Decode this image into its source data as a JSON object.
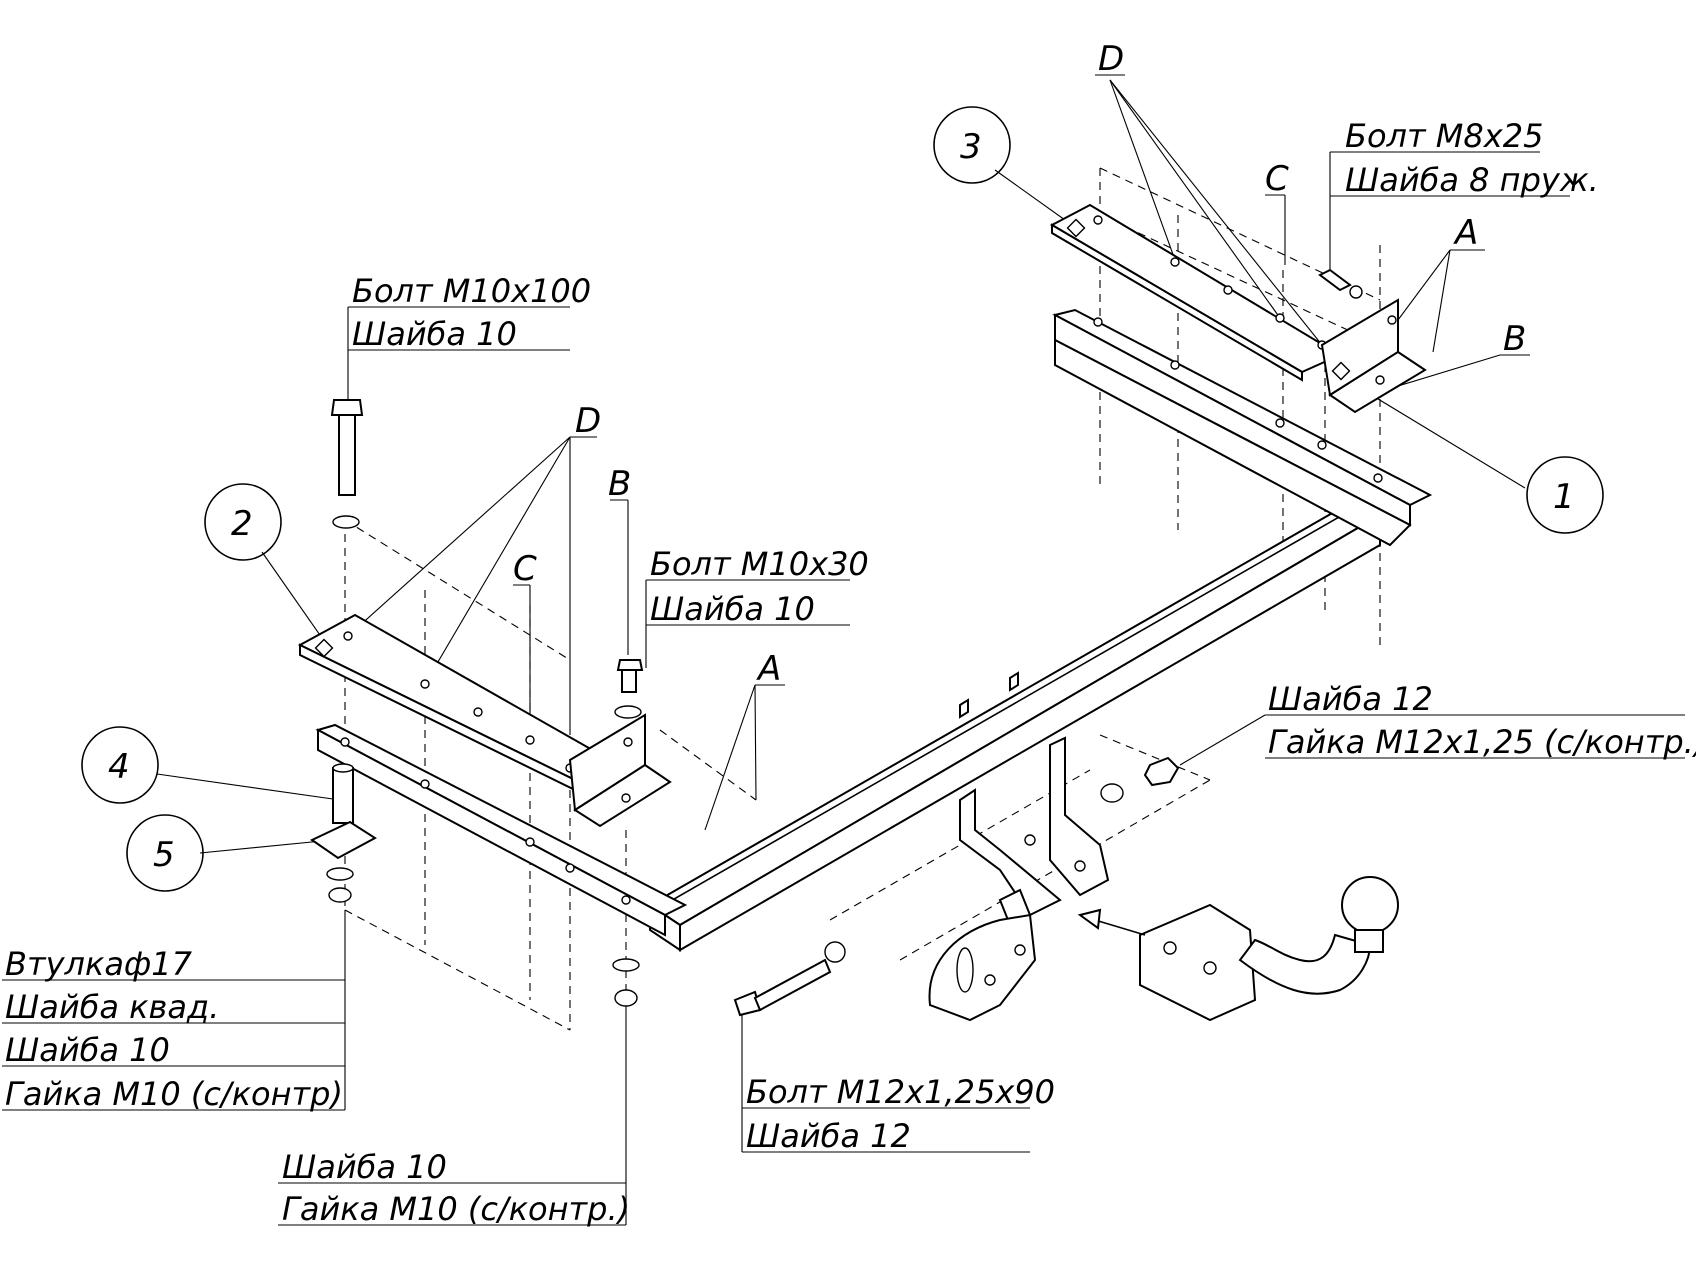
{
  "callouts": {
    "c1": "1",
    "c2": "2",
    "c3": "3",
    "c4": "4",
    "c5": "5"
  },
  "refs": {
    "d_top": "D",
    "d_left": "D",
    "c_top": "C",
    "c_left": "C",
    "a_right": "A",
    "a_left": "A",
    "b_right": "B",
    "b_left": "B"
  },
  "labels": {
    "bolt_m8": "Болт М8х25",
    "washer_8": "Шайба 8 пруж.",
    "bolt_m10x100": "Болт М10х100",
    "washer_10_top": "Шайба 10",
    "bolt_m10x30": "Болт М10х30",
    "washer_10_mid": "Шайба 10",
    "washer_12_top": "Шайба 12",
    "nut_m12": "Гайка М12х1,25 (с/контр.)",
    "bushing": "Втулкаф17",
    "washer_sq": "Шайба квад.",
    "washer_10_left": "Шайба 10",
    "nut_m10_left": "Гайка М10 (с/контр)",
    "washer_10_bottom": "Шайба 10",
    "nut_m10_bottom": "Гайка М10 (с/контр.)",
    "bolt_m12": "Болт М12х1,25х90",
    "washer_12_bottom": "Шайба 12"
  }
}
